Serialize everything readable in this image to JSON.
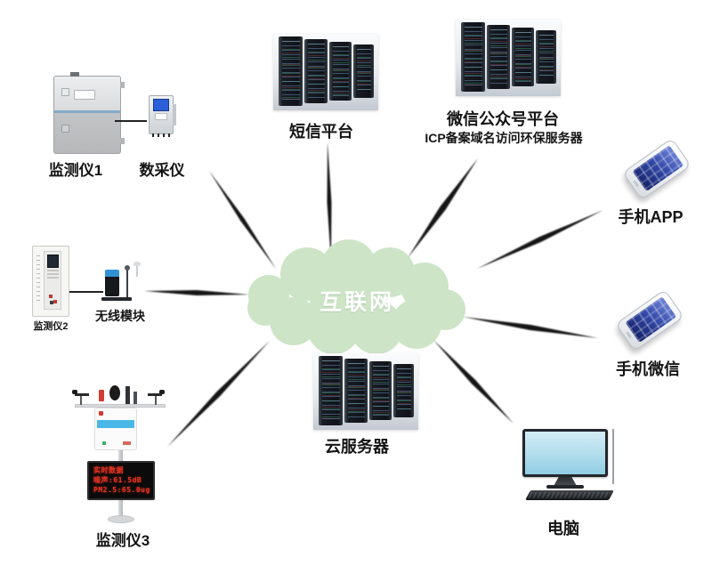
{
  "diagram": {
    "internet": {
      "label": "互联网"
    },
    "colors": {
      "cloud_fill": "#cde4c7",
      "cloud_text": "#ffffff",
      "ray": "#161616",
      "label_text": "#141414",
      "led_text": "#e23220",
      "phone_screen": "#3249a8",
      "station_band": "#49b8e8"
    },
    "nodes": {
      "monitor1": {
        "label": "监测仪1"
      },
      "data_collector": {
        "label": "数采仪"
      },
      "sms_platform": {
        "label": "短信平台"
      },
      "wechat_platform": {
        "label": "微信公众号平台",
        "subtitle": "ICP备案域名访问环保服务器"
      },
      "phone_app": {
        "label": "手机APP"
      },
      "phone_wechat": {
        "label": "手机微信"
      },
      "computer": {
        "label": "电脑"
      },
      "cloud_server": {
        "label": "云服务器"
      },
      "monitor2": {
        "label": "监测仪2"
      },
      "wireless_module": {
        "label": "无线模块"
      },
      "monitor3": {
        "label": "监测仪3",
        "led_lines": [
          "实时数据",
          "噪声:61.5dB",
          "PM2.5:65.0ug"
        ]
      }
    }
  }
}
